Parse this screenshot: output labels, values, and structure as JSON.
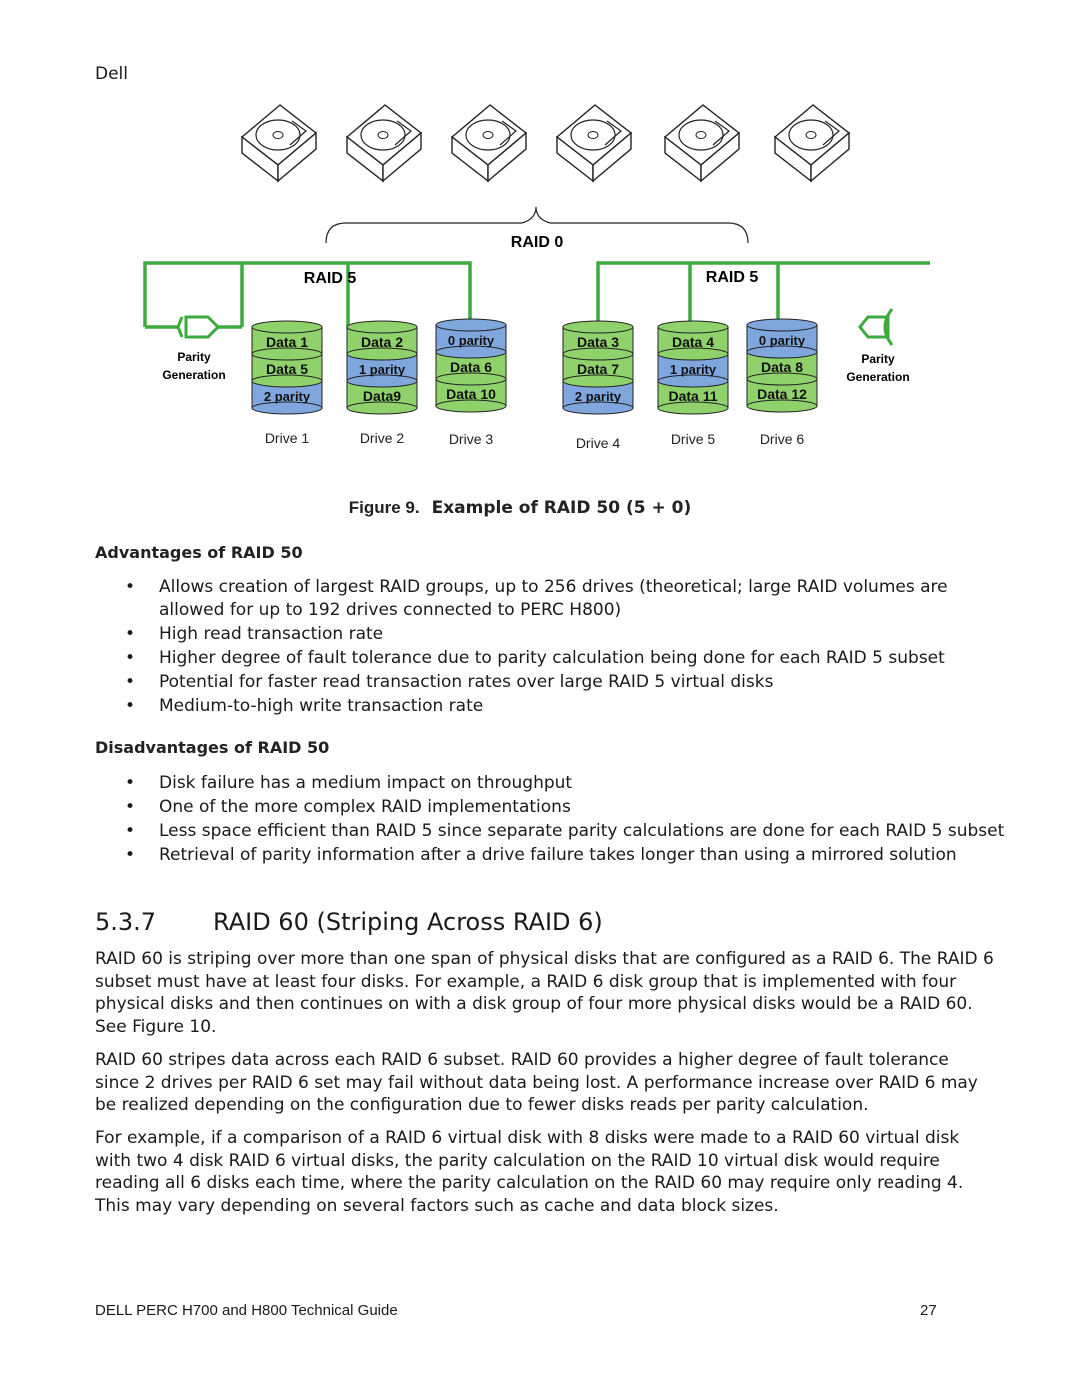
{
  "header": "Dell",
  "diagram": {
    "raid0_label": "RAID 0",
    "raid5_left_label": "RAID 5",
    "raid5_right_label": "RAID 5",
    "parity_generation": [
      "Parity",
      "Generation"
    ],
    "drives": [
      {
        "name": "Drive 1",
        "segments": [
          "Data 1",
          "Data 5",
          "2 parity"
        ]
      },
      {
        "name": "Drive 2",
        "segments": [
          "Data 2",
          "1 parity",
          "Data9"
        ]
      },
      {
        "name": "Drive 3",
        "segments": [
          "0 parity",
          "Data 6",
          "Data 10"
        ]
      },
      {
        "name": "Drive 4",
        "segments": [
          "Data 3",
          "Data 7",
          "2 parity"
        ]
      },
      {
        "name": "Drive 5",
        "segments": [
          "Data 4",
          "1 parity",
          "Data 11"
        ]
      },
      {
        "name": "Drive 6",
        "segments": [
          "0 parity",
          "Data 8",
          "Data 12"
        ]
      }
    ],
    "colors": {
      "data": "#8fd16b",
      "parity": "#7fa7dd",
      "line": "#3daa3d"
    }
  },
  "caption": {
    "figure": "Figure 9.",
    "title": "Example of RAID 50 (5 + 0)"
  },
  "advantages": {
    "heading": "Advantages of RAID 50",
    "items": [
      "Allows creation of largest RAID groups, up to 256 drives (theoretical; large RAID volumes are allowed for up to 192 drives connected to PERC H800)",
      "High read transaction rate",
      "Higher degree of fault tolerance due to parity calculation being done for each RAID 5 subset",
      "Potential for faster read transaction rates over large RAID 5 virtual disks",
      "Medium-to-high write transaction rate"
    ]
  },
  "disadvantages": {
    "heading": "Disadvantages of RAID 50",
    "items": [
      "Disk failure has a medium impact on throughput",
      "One of the more complex RAID implementations",
      "Less space efficient than RAID 5 since separate parity calculations are done for each RAID 5 subset",
      "Retrieval of parity information after a drive failure takes longer than using a mirrored solution"
    ]
  },
  "section": {
    "number": "5.3.7",
    "title": "RAID 60 (Striping Across RAID 6)"
  },
  "paragraphs": [
    "RAID 60 is striping over more than one span of physical disks that are configured as a RAID 6. The RAID 6 subset must have at least four disks. For example, a RAID 6 disk group that is implemented with four physical disks and then continues on with a disk group of four more physical disks would be a RAID 60. See Figure 10.",
    "RAID 60 stripes data across each RAID 6 subset. RAID 60 provides a higher degree of fault tolerance since 2 drives per RAID 6 set may fail without data being lost. A performance increase over RAID 6 may be realized depending on the configuration due to fewer disks reads per parity calculation.",
    "For example, if a comparison of a RAID 6 virtual disk with 8 disks were made to a RAID 60 virtual disk with two 4 disk RAID 6 virtual disks, the parity calculation on the RAID 10 virtual disk would require reading all 6 disks each time, where the parity calculation on the RAID 60 may require only reading 4. This may vary depending on several factors such as cache and data block sizes."
  ],
  "bullet_glyph": "•",
  "footer": {
    "text": "DELL PERC H700 and H800 Technical Guide",
    "page": "27"
  }
}
